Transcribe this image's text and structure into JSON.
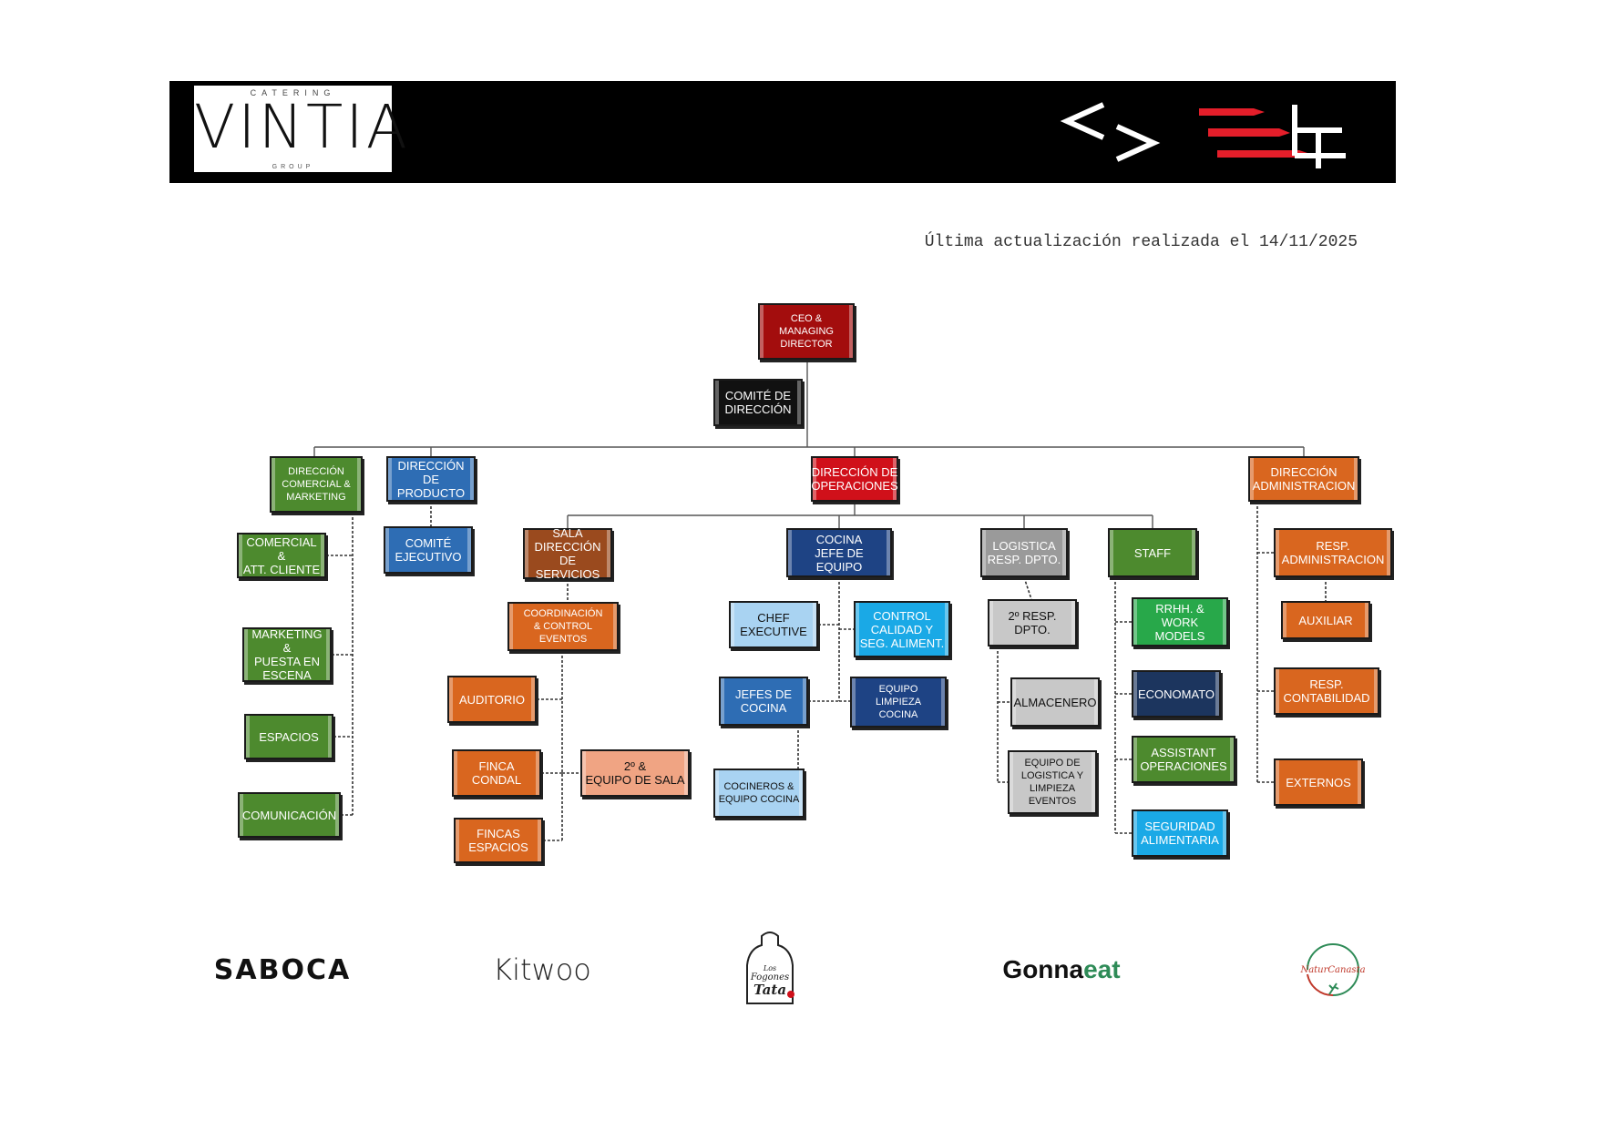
{
  "header": {
    "logo": {
      "top": "CATERING",
      "word": "VINTIA",
      "bottom": "GROUP"
    },
    "brand_mark": "code-brackets-logo"
  },
  "update_note": "Última actualización realizada el 14/11/2025",
  "colors": {
    "black": "#111111",
    "dark_red": "#a30d0d",
    "red": "#d0101a",
    "green": "#4d8a2e",
    "blue": "#2e6db4",
    "navy": "#1e4384",
    "orange": "#d9661f",
    "brown": "#9a4a1e",
    "salmon": "#f0a483",
    "light_blue": "#a9d3f2",
    "cyan": "#1aa9e6",
    "gray": "#9a9a9a",
    "light_gray": "#c8c8c8",
    "bright_green": "#28a84a",
    "dark_navy": "#1c355e"
  },
  "nodes": [
    {
      "id": "ceo",
      "label": "CEO &\nMANAGING\nDIRECTOR",
      "color": "dark_red",
      "small": true
    },
    {
      "id": "comite_direccion",
      "label": "COMITÉ DE\nDIRECCIÓN",
      "color": "black"
    },
    {
      "id": "dir_comercial",
      "label": "DIRECCIÓN\nCOMERCIAL &\nMARKETING",
      "color": "green",
      "small": true
    },
    {
      "id": "dir_producto",
      "label": "DIRECCIÓN DE\nPRODUCTO",
      "color": "blue"
    },
    {
      "id": "dir_operaciones",
      "label": "DIRECCIÓN DE\nOPERACIONES",
      "color": "red"
    },
    {
      "id": "dir_administracion",
      "label": "DIRECCIÓN\nADMINISTRACION",
      "color": "orange"
    },
    {
      "id": "comercial_att",
      "label": "COMERCIAL &\nATT. CLIENTE",
      "color": "green"
    },
    {
      "id": "marketing",
      "label": "MARKETING &\nPUESTA EN\nESCENA",
      "color": "green"
    },
    {
      "id": "espacios",
      "label": "ESPACIOS",
      "color": "green"
    },
    {
      "id": "comunicacion",
      "label": "COMUNICACIÓN",
      "color": "green"
    },
    {
      "id": "comite_ejecutivo",
      "label": "COMITÉ\nEJECUTIVO",
      "color": "blue"
    },
    {
      "id": "sala",
      "label": "SALA\nDIRECCIÓN DE\nSERVICIOS",
      "color": "brown"
    },
    {
      "id": "coordinacion",
      "label": "COORDINACIÓN\n& CONTROL EVENTOS",
      "color": "orange",
      "small": true
    },
    {
      "id": "auditorio",
      "label": "AUDITORIO",
      "color": "orange"
    },
    {
      "id": "finca_condal",
      "label": "FINCA CONDAL",
      "color": "orange"
    },
    {
      "id": "fincas_espacios",
      "label": "FINCAS\nESPACIOS",
      "color": "orange"
    },
    {
      "id": "equipo_sala",
      "label": "2º &\nEQUIPO DE SALA",
      "color": "salmon",
      "dark": true
    },
    {
      "id": "cocina",
      "label": "COCINA\nJEFE DE EQUIPO",
      "color": "navy"
    },
    {
      "id": "chef",
      "label": "CHEF\nEXECUTIVE",
      "color": "light_blue",
      "dark": true
    },
    {
      "id": "control_calidad",
      "label": "CONTROL\nCALIDAD Y\nSEG. ALIMENT.",
      "color": "cyan"
    },
    {
      "id": "jefes_cocina",
      "label": "JEFES DE\nCOCINA",
      "color": "blue"
    },
    {
      "id": "equipo_limpieza",
      "label": "EQUIPO\nLIMPIEZA\nCOCINA",
      "color": "navy",
      "small": true
    },
    {
      "id": "cocineros",
      "label": "COCINEROS &\nEQUIPO COCINA",
      "color": "light_blue",
      "dark": true,
      "small": true
    },
    {
      "id": "logistica",
      "label": "LOGISTICA\nRESP. DPTO.",
      "color": "gray"
    },
    {
      "id": "resp2",
      "label": "2º RESP.\nDPTO.",
      "color": "light_gray",
      "dark": true
    },
    {
      "id": "almacenero",
      "label": "ALMACENERO",
      "color": "light_gray",
      "dark": true
    },
    {
      "id": "equipo_logistica",
      "label": "EQUIPO DE\nLOGISTICA Y\nLIMPIEZA\nEVENTOS",
      "color": "light_gray",
      "dark": true,
      "small": true
    },
    {
      "id": "staff",
      "label": "STAFF",
      "color": "green"
    },
    {
      "id": "rrhh",
      "label": "RRHH. &\nWORK MODELS",
      "color": "bright_green"
    },
    {
      "id": "economato",
      "label": "ECONOMATO",
      "color": "dark_navy"
    },
    {
      "id": "assistant",
      "label": "ASSISTANT\nOPERACIONES",
      "color": "green"
    },
    {
      "id": "seguridad",
      "label": "SEGURIDAD\nALIMENTARIA",
      "color": "cyan"
    },
    {
      "id": "resp_admin",
      "label": "RESP.\nADMINISTRACION",
      "color": "orange"
    },
    {
      "id": "auxiliar",
      "label": "AUXILIAR",
      "color": "orange"
    },
    {
      "id": "resp_contabilidad",
      "label": "RESP.\nCONTABILIDAD",
      "color": "orange"
    },
    {
      "id": "externos",
      "label": "EXTERNOS",
      "color": "orange"
    }
  ],
  "brands": [
    "SABOCA",
    "Kitwoo",
    "Los Fogones de Tata",
    "Gonnaeat",
    "NaturCanasta"
  ],
  "brand_parts": {
    "gonna": "Gonna",
    "eat": "eat",
    "kitwoo": "Kitwoo",
    "saboca": "SABOCA"
  }
}
